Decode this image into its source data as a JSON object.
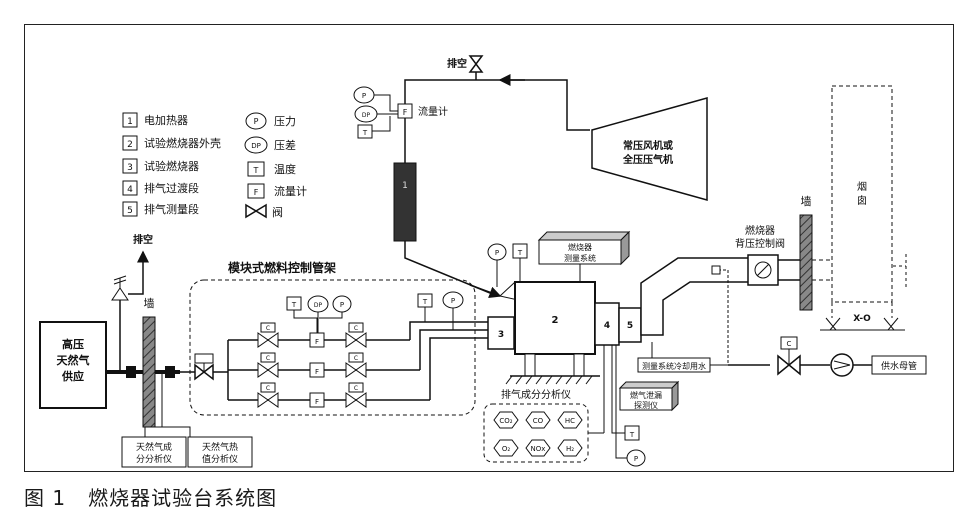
{
  "caption": {
    "figure_no": "图 1",
    "title": "燃烧器试验台系统图"
  },
  "legend": {
    "items": [
      {
        "num": "1",
        "label": "电加热器"
      },
      {
        "num": "2",
        "label": "试验燃烧器外壳"
      },
      {
        "num": "3",
        "label": "试验燃烧器"
      },
      {
        "num": "4",
        "label": "排气过渡段"
      },
      {
        "num": "5",
        "label": "排气测量段"
      }
    ],
    "symbols": [
      {
        "sym": "P",
        "label": "压力"
      },
      {
        "sym": "DP",
        "label": "压差"
      },
      {
        "sym": "T",
        "label": "温度"
      },
      {
        "sym": "F",
        "label": "流量计"
      },
      {
        "sym": "",
        "label": "阀"
      }
    ]
  },
  "labels": {
    "vent_top": "排空",
    "vent_left": "排空",
    "flowmeter": "流量计",
    "blower_line1": "常压风机或",
    "blower_line2": "全压压气机",
    "measure_line1": "燃烧器",
    "measure_line2": "测量系统",
    "wall_left": "墙",
    "wall_right": "墙",
    "backpressure_line1": "燃烧器",
    "backpressure_line2": "背压控制阀",
    "chimney_line1": "烟",
    "chimney_line2": "囱",
    "supply_line1": "高压",
    "supply_line2": "天然气",
    "supply_line3": "供应",
    "fuel_rack": "模块式燃料控制管架",
    "exhaust_analyzer": "排气成分分析仪",
    "cooling_water": "测量系统冷却用水",
    "water_main": "供水母管",
    "leak_line1": "燃气泄漏",
    "leak_line2": "探测仪",
    "comp_line1": "天然气成",
    "comp_line2": "分分析仪",
    "heat_line1": "天然气热",
    "heat_line2": "值分析仪",
    "heater_num": "1",
    "burner_shell_num": "2",
    "burner_num": "3",
    "transition_num": "4",
    "exhaust_num": "5",
    "sym_P": "P",
    "sym_DP": "DP",
    "sym_T": "T",
    "sym_F": "F",
    "sym_C": "C",
    "gas_co2": "CO₂",
    "gas_co": "CO",
    "gas_hc": "HC",
    "gas_o2": "O₂",
    "gas_nox": "NOx",
    "gas_h2": "H₂"
  }
}
